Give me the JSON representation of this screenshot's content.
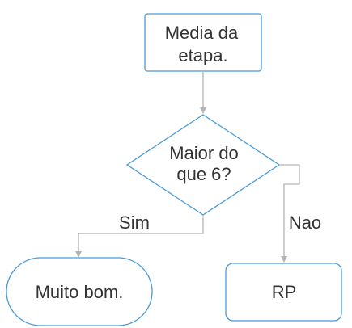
{
  "flowchart": {
    "start": {
      "line1": "Media da",
      "line2": "etapa."
    },
    "decision": {
      "line1": "Maior do",
      "line2": "que 6?"
    },
    "yes_label": "Sim",
    "no_label": "Nao",
    "result_yes": "Muito bom.",
    "result_no": "RP"
  },
  "colors": {
    "node_stroke": "#4a9ad6",
    "edge": "#b3b3b3",
    "text": "#333333"
  }
}
